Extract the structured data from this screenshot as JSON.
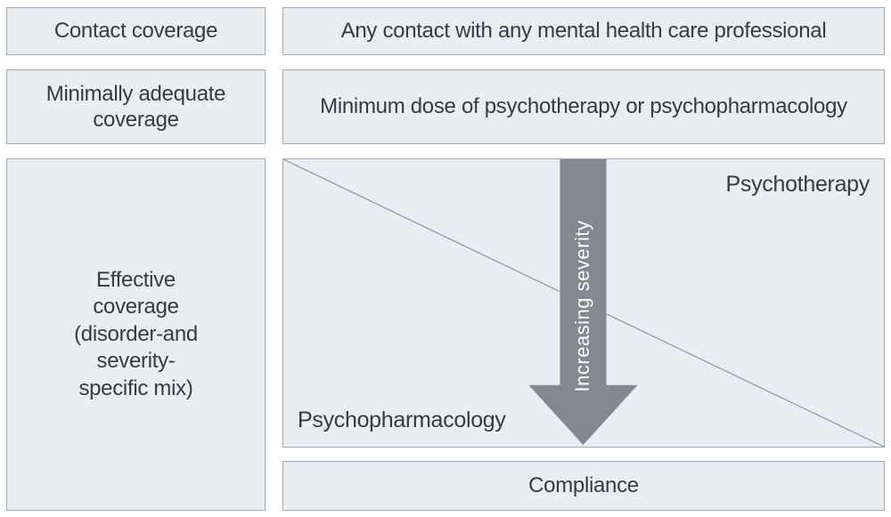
{
  "figure": {
    "left_column": {
      "contact_coverage": "Contact coverage",
      "minimally_adequate": "Minimally adequate coverage",
      "effective_coverage_lines": [
        "Effective",
        "coverage",
        "(disorder-and",
        "severity-",
        "specific mix)"
      ]
    },
    "right_column": {
      "any_contact": "Any contact with any mental health care professional",
      "minimum_dose": "Minimum dose of psychotherapy or psychopharmacology",
      "matrix": {
        "psychotherapy": "Psychotherapy",
        "psychopharmacology": "Psychopharmacology",
        "arrow_label": "Increasing severity"
      },
      "compliance": "Compliance"
    },
    "colors": {
      "background": "#ffffff",
      "box_fill": "#e8eef1",
      "box_border": "#a6abb0",
      "text": "#363b40",
      "arrow": "#84888f",
      "arrow_text": "#ffffff",
      "diagonal_line": "#8f959a"
    }
  }
}
